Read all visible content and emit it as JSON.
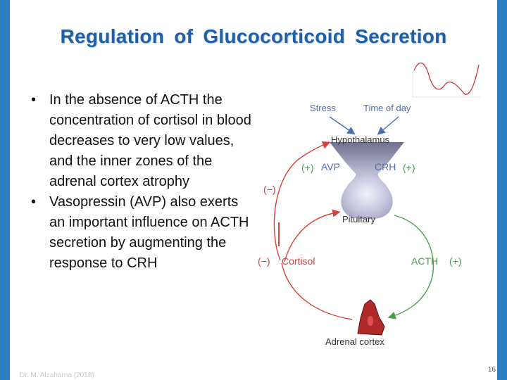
{
  "slide": {
    "title": "Regulation  of  Glucocorticoid  Secretion",
    "bullets": [
      {
        "marker": "•",
        "text": "In the absence of ACTH the concentration of cortisol in blood decreases to very low values, and the inner zones of the adrenal cortex atrophy"
      },
      {
        "marker": "•",
        "text": "Vasopressin (AVP) also exerts an important influence on ACTH secretion by augmenting the response to CRH"
      }
    ],
    "footer": "Dr. M. Alzaharna (2018)",
    "page_number": "16"
  },
  "diagram": {
    "labels": {
      "stress": "Stress",
      "time_of_day": "Time of day",
      "hypothalamus": "Hypothalamus",
      "avp": "AVP",
      "crh": "CRH",
      "plus_left": "(+)",
      "plus_right": "(+)",
      "minus_upper": "(−)",
      "minus_lower": "(−)",
      "pituitary": "Pituitary",
      "cortisol": "Cortisol",
      "acth": "ACTH",
      "acth_plus": "(+)",
      "adrenal_cortex": "Adrenal cortex"
    },
    "colors": {
      "label_blue": "#4a6fb5",
      "cortisol_red": "#d8413a",
      "acth_green": "#4aa04a",
      "title_blue": "#1f5fa6"
    }
  }
}
